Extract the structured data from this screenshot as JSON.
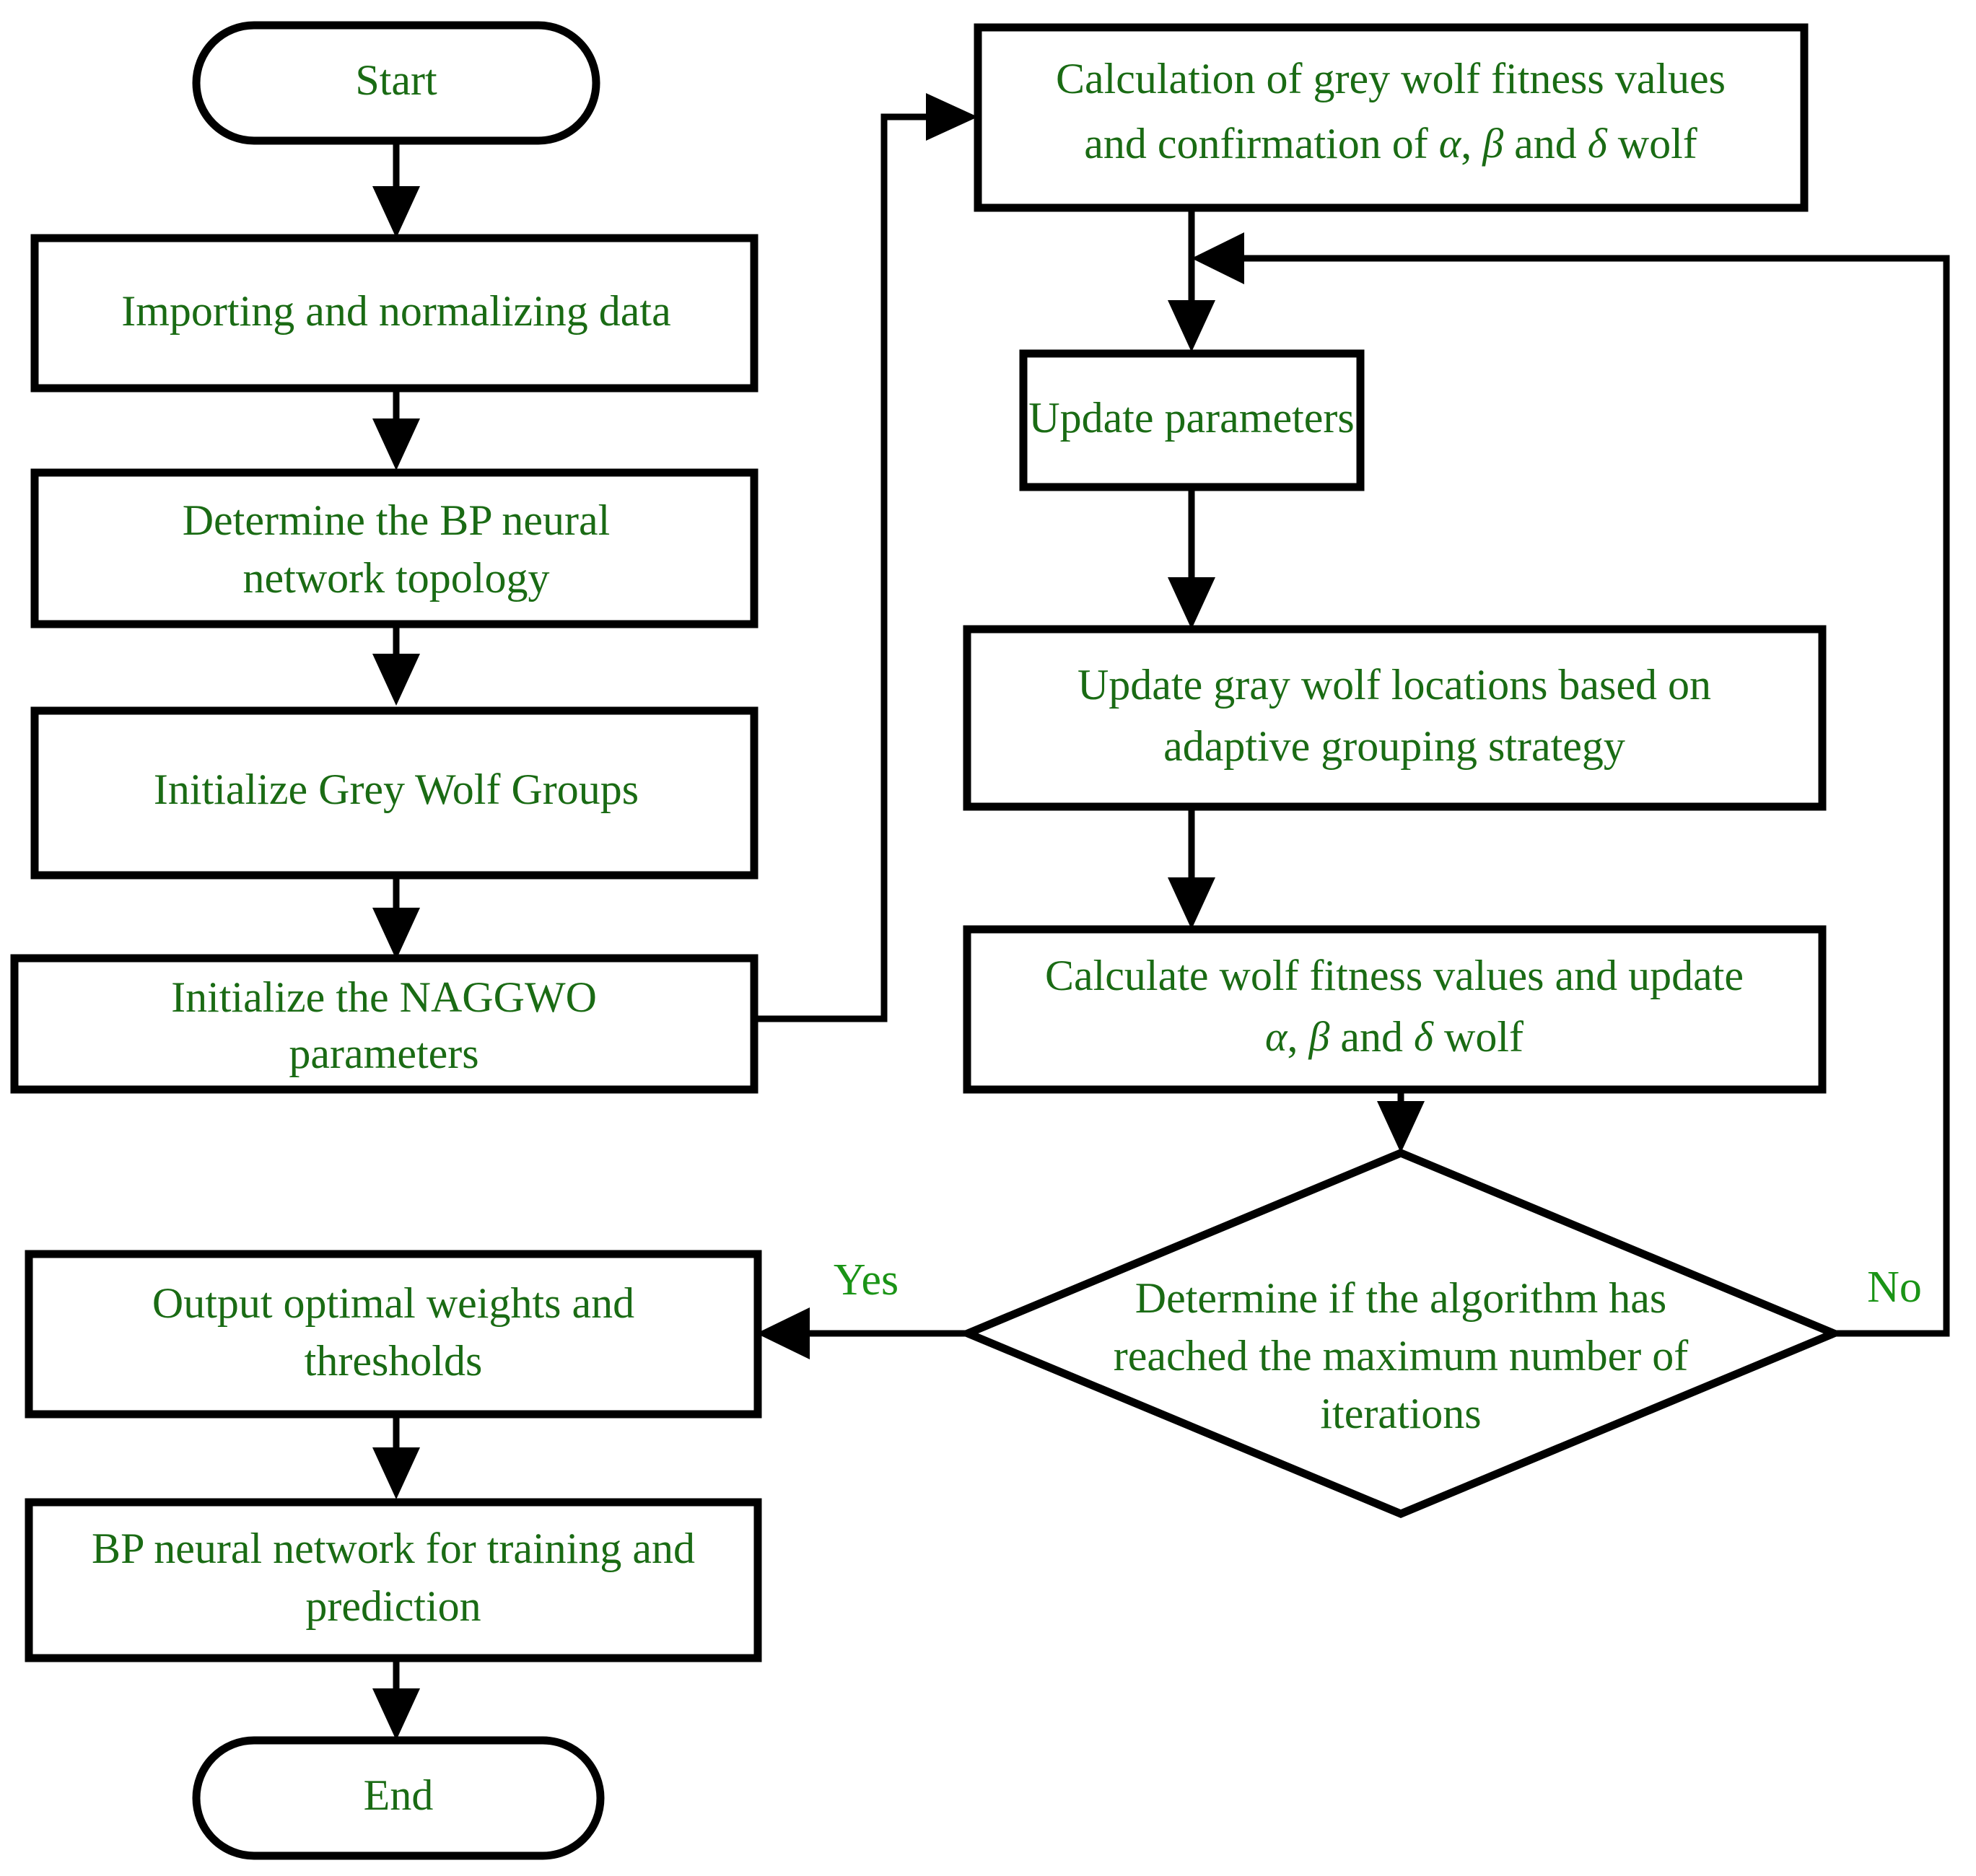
{
  "diagram": {
    "type": "flowchart",
    "title": "NAGGWO-BP neural network prediction flowchart",
    "text_color": "#1a6b14",
    "label_color": "#1a9416",
    "line_color": "#000000",
    "background": "#ffffff",
    "nodes": [
      {
        "id": "start",
        "shape": "terminator",
        "lines": [
          "Start"
        ]
      },
      {
        "id": "import",
        "shape": "process",
        "lines": [
          "Importing and normalizing data"
        ]
      },
      {
        "id": "topology",
        "shape": "process",
        "lines": [
          "Determine the BP neural",
          "network topology"
        ]
      },
      {
        "id": "init_groups",
        "shape": "process",
        "lines": [
          "Initialize Grey Wolf Groups"
        ]
      },
      {
        "id": "init_params",
        "shape": "process",
        "lines": [
          "Initialize the NAGGWO",
          "parameters"
        ]
      },
      {
        "id": "calc_fitness",
        "shape": "process",
        "lines": [
          "Calculation of grey wolf fitness values",
          "and confirmation of α , β and δ wolf"
        ]
      },
      {
        "id": "update_params",
        "shape": "process",
        "lines": [
          "Update parameters"
        ]
      },
      {
        "id": "update_loc",
        "shape": "process",
        "lines": [
          "Update gray wolf locations based on",
          "adaptive grouping strategy"
        ]
      },
      {
        "id": "calc_update",
        "shape": "process",
        "lines": [
          "Calculate wolf fitness values and update",
          "α , β and δ wolf"
        ]
      },
      {
        "id": "decision",
        "shape": "decision",
        "lines": [
          "Determine if the algorithm has",
          "reached the maximum number of",
          "iterations"
        ]
      },
      {
        "id": "output",
        "shape": "process",
        "lines": [
          "Output optimal weights and",
          "thresholds"
        ]
      },
      {
        "id": "bp_train",
        "shape": "process",
        "lines": [
          "BP neural network for training and",
          "prediction"
        ]
      },
      {
        "id": "end",
        "shape": "terminator",
        "lines": [
          "End"
        ]
      }
    ],
    "edge_labels": {
      "yes": "Yes",
      "no": "No"
    },
    "edges": [
      {
        "from": "start",
        "to": "import",
        "label": ""
      },
      {
        "from": "import",
        "to": "topology",
        "label": ""
      },
      {
        "from": "topology",
        "to": "init_groups",
        "label": ""
      },
      {
        "from": "init_groups",
        "to": "init_params",
        "label": ""
      },
      {
        "from": "init_params",
        "to": "calc_fitness",
        "label": ""
      },
      {
        "from": "calc_fitness",
        "to": "update_params",
        "label": ""
      },
      {
        "from": "update_params",
        "to": "update_loc",
        "label": ""
      },
      {
        "from": "update_loc",
        "to": "calc_update",
        "label": ""
      },
      {
        "from": "calc_update",
        "to": "decision",
        "label": ""
      },
      {
        "from": "decision",
        "to": "output",
        "label": "Yes"
      },
      {
        "from": "decision",
        "to": "update_params",
        "label": "No"
      },
      {
        "from": "output",
        "to": "bp_train",
        "label": ""
      },
      {
        "from": "bp_train",
        "to": "end",
        "label": ""
      }
    ]
  },
  "text": {
    "start": "Start",
    "import": "Importing and normalizing data",
    "topology_l1": "Determine the BP neural",
    "topology_l2": "network topology",
    "init_groups": "Initialize Grey Wolf Groups",
    "init_params_l1": "Initialize the NAGGWO",
    "init_params_l2": "parameters",
    "calc_fitness_l1": "Calculation of grey wolf fitness values",
    "calc_fitness_l2_a": "and confirmation of",
    "calc_fitness_l2_alpha": "α",
    "calc_fitness_l2_comma": ",",
    "calc_fitness_l2_beta": "β",
    "calc_fitness_l2_and": "and",
    "calc_fitness_l2_delta": "δ",
    "calc_fitness_l2_wolf": "wolf",
    "update_params": "Update parameters",
    "update_loc_l1": "Update gray wolf locations based on",
    "update_loc_l2": "adaptive grouping strategy",
    "calc_update_l1": "Calculate wolf fitness values and update",
    "calc_update_l2_alpha": "α",
    "calc_update_l2_comma": ",",
    "calc_update_l2_beta": "β",
    "calc_update_l2_and": "and",
    "calc_update_l2_delta": "δ",
    "calc_update_l2_wolf": "wolf",
    "decision_l1": "Determine if the algorithm has",
    "decision_l2": "reached the maximum number of",
    "decision_l3": "iterations",
    "output_l1": "Output optimal weights and",
    "output_l2": "thresholds",
    "bp_train_l1": "BP neural network for training and",
    "bp_train_l2": "prediction",
    "end": "End",
    "yes_label": "Yes",
    "no_label": "No"
  }
}
